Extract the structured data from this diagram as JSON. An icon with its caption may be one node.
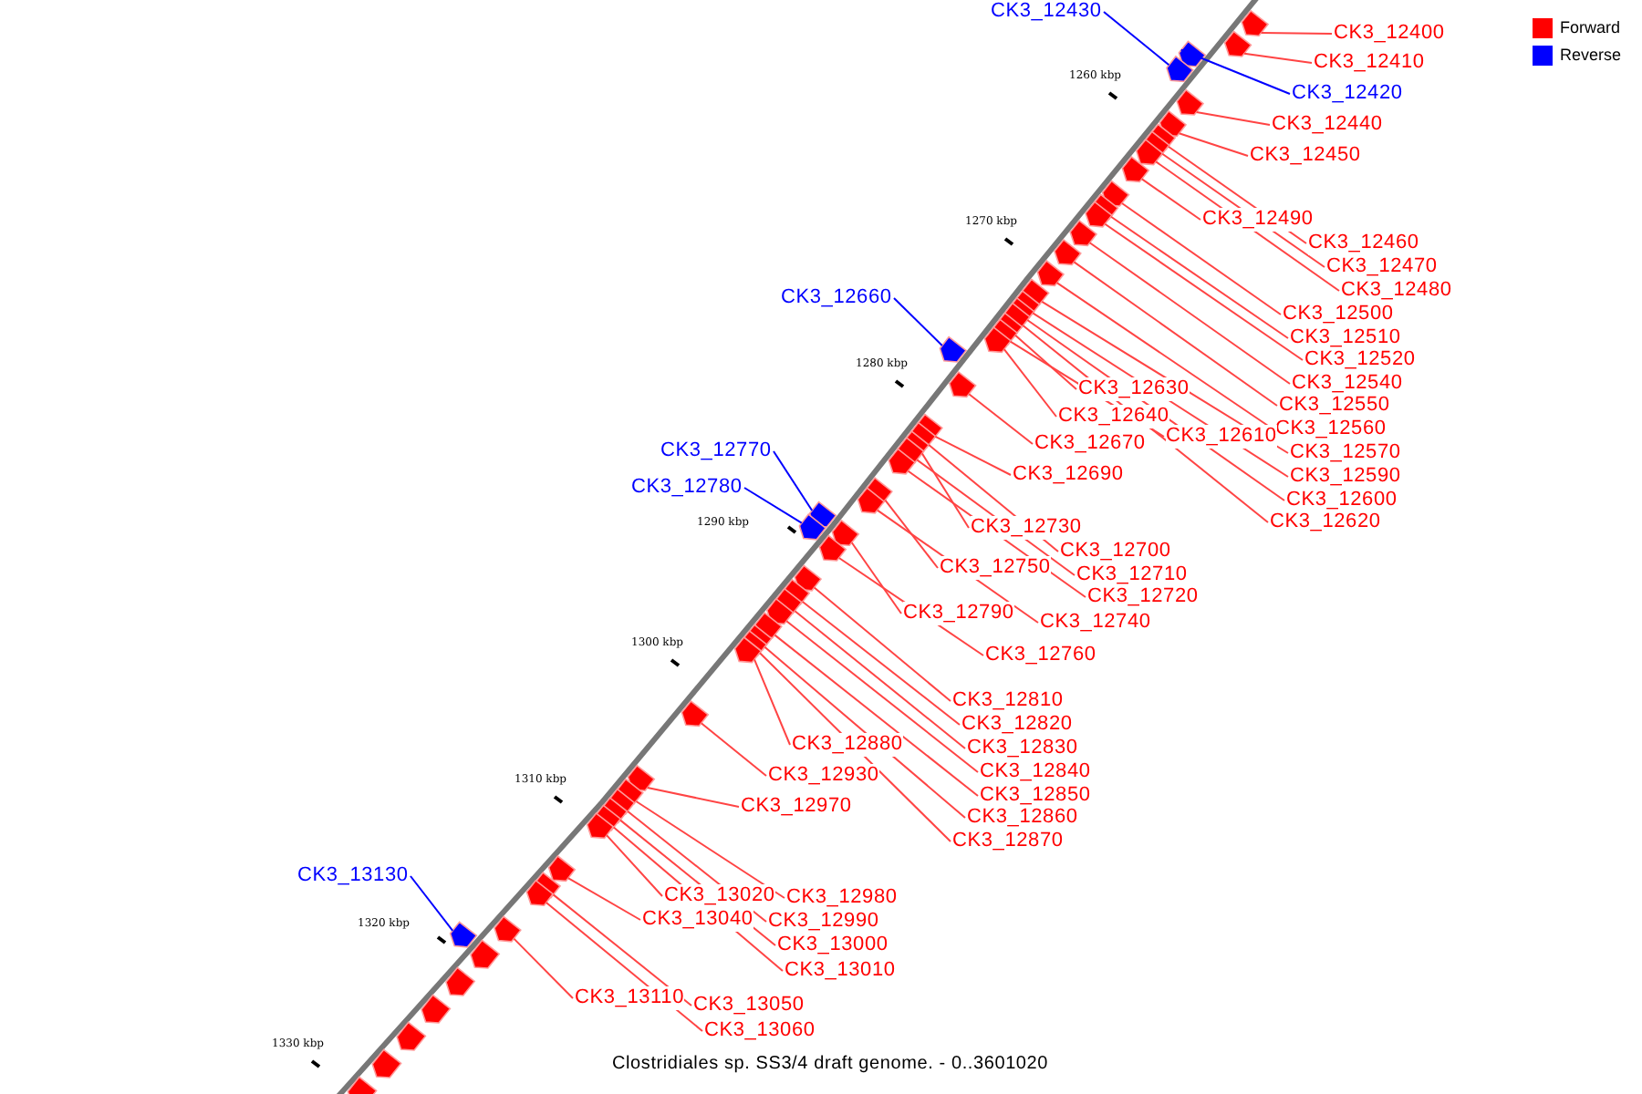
{
  "diagram": {
    "caption": "Clostridiales sp. SS3/4 draft genome. - 0..3601020",
    "nodes": [
      {
        "text": [
          "CK3_12430"
        ]
      },
      {
        "text": [
          "CK3_12400"
        ]
      },
      {
        "text": [
          "CK3_12410"
        ]
      },
      {
        "text": [
          "CK3_12420"
        ]
      },
      {
        "text": [
          "CK3_12440"
        ]
      },
      {
        "text": [
          "CK3_12450"
        ]
      },
      {
        "text": [
          "CK3_12490"
        ]
      },
      {
        "text": [
          "CK3_12460"
        ]
      },
      {
        "text": [
          "CK3_12470"
        ]
      },
      {
        "text": [
          "CK3_12480"
        ]
      },
      {
        "text": [
          "CK3_12660"
        ]
      },
      {
        "text": [
          "CK3_12500"
        ]
      },
      {
        "text": [
          "CK3_12510"
        ]
      },
      {
        "text": [
          "CK3_12520"
        ]
      },
      {
        "text": [
          "CK3_12540"
        ]
      },
      {
        "text": [
          "CK3_12630"
        ]
      },
      {
        "text": [
          "CK3_12550"
        ]
      },
      {
        "text": [
          "CK3_12640"
        ]
      },
      {
        "text": [
          "CK3_12560"
        ]
      },
      {
        "text": [
          "CK3_12610"
        ]
      },
      {
        "text": [
          "CK3_12670"
        ]
      },
      {
        "text": [
          "CK3_12770"
        ]
      },
      {
        "text": [
          "CK3_12570"
        ]
      },
      {
        "text": [
          "CK3_12690"
        ]
      },
      {
        "text": [
          "CK3_12590"
        ]
      },
      {
        "text": [
          "CK3_12780"
        ]
      },
      {
        "text": [
          "CK3_12600"
        ]
      },
      {
        "text": [
          "CK3_12620"
        ]
      },
      {
        "text": [
          "CK3_12730"
        ]
      },
      {
        "text": [
          "CK3_12700"
        ]
      },
      {
        "text": [
          "CK3_12750"
        ]
      },
      {
        "text": [
          "CK3_12710"
        ]
      },
      {
        "text": [
          "CK3_12720"
        ]
      },
      {
        "text": [
          "CK3_12790"
        ]
      },
      {
        "text": [
          "CK3_12740"
        ]
      },
      {
        "text": [
          "CK3_12760"
        ]
      },
      {
        "text": [
          "CK3_12810"
        ]
      },
      {
        "text": [
          "CK3_12820"
        ]
      },
      {
        "text": [
          "CK3_12880"
        ]
      },
      {
        "text": [
          "CK3_12830"
        ]
      },
      {
        "text": [
          "CK3_12840"
        ]
      },
      {
        "text": [
          "CK3_12930"
        ]
      },
      {
        "text": [
          "CK3_12850"
        ]
      },
      {
        "text": [
          "CK3_12970"
        ]
      },
      {
        "text": [
          "CK3_12860"
        ]
      },
      {
        "text": [
          "CK3_12870"
        ]
      },
      {
        "text": [
          "CK3_13130"
        ]
      },
      {
        "text": [
          "CK3_13020"
        ]
      },
      {
        "text": [
          "CK3_12980"
        ]
      },
      {
        "text": [
          "CK3_13040"
        ]
      },
      {
        "text": [
          "CK3_12990"
        ]
      },
      {
        "text": [
          "CK3_13000"
        ]
      },
      {
        "text": [
          "CK3_13010"
        ]
      },
      {
        "text": [
          "CK3_13110"
        ]
      },
      {
        "text": [
          "CK3_13050"
        ]
      },
      {
        "text": [
          "CK3_13060"
        ]
      },
      {
        "text": [],
        "shape": "arrow"
      },
      {
        "text": [],
        "shape": "arrow"
      },
      {
        "text": [],
        "shape": "arrow"
      },
      {
        "text": [],
        "shape": "arrow"
      },
      {
        "text": [],
        "shape": "arrow"
      },
      {
        "text": [],
        "shape": "arrow"
      },
      {
        "text": [],
        "shape": "arrow"
      },
      {
        "text": [],
        "shape": "arrow"
      },
      {
        "text": [],
        "shape": "arrow"
      },
      {
        "text": [],
        "shape": "arrow"
      },
      {
        "text": [],
        "shape": "arrow"
      },
      {
        "text": [],
        "shape": "arrow"
      },
      {
        "text": [],
        "shape": "arrow"
      },
      {
        "text": [],
        "shape": "arrow"
      },
      {
        "text": [],
        "shape": "arrow"
      },
      {
        "text": [],
        "shape": "arrow"
      },
      {
        "text": [],
        "shape": "arrow"
      },
      {
        "text": [],
        "shape": "arrow"
      },
      {
        "text": [],
        "shape": "arrow"
      },
      {
        "text": [],
        "shape": "arrow"
      },
      {
        "text": [],
        "shape": "arrow"
      },
      {
        "text": [],
        "shape": "arrow"
      },
      {
        "text": [],
        "shape": "arrow"
      },
      {
        "text": [],
        "shape": "arrow"
      },
      {
        "text": [],
        "shape": "arrow"
      },
      {
        "text": [],
        "shape": "arrow"
      },
      {
        "text": [],
        "shape": "arrow"
      },
      {
        "text": [],
        "shape": "arrow"
      },
      {
        "text": [],
        "shape": "arrow"
      },
      {
        "text": [],
        "shape": "arrow"
      },
      {
        "text": [],
        "shape": "arrow"
      },
      {
        "text": [],
        "shape": "arrow"
      },
      {
        "text": [],
        "shape": "arrow"
      },
      {
        "text": [],
        "shape": "arrow"
      },
      {
        "text": [],
        "shape": "arrow"
      },
      {
        "text": [],
        "shape": "arrow"
      },
      {
        "text": [],
        "shape": "arrow"
      },
      {
        "text": [],
        "shape": "arrow"
      },
      {
        "text": [],
        "shape": "arrow"
      },
      {
        "text": [],
        "shape": "arrow"
      },
      {
        "text": [],
        "shape": "arrow"
      },
      {
        "text": [],
        "shape": "arrow"
      },
      {
        "text": [],
        "shape": "arrow"
      },
      {
        "text": [],
        "shape": "arrow"
      },
      {
        "text": [],
        "shape": "arrow"
      },
      {
        "text": [],
        "shape": "arrow"
      },
      {
        "text": [],
        "shape": "arrow"
      },
      {
        "text": [],
        "shape": "arrow"
      },
      {
        "text": [],
        "shape": "arrow"
      },
      {
        "text": [],
        "shape": "arrow"
      },
      {
        "text": [],
        "shape": "arrow"
      },
      {
        "text": [],
        "shape": "arrow"
      },
      {
        "text": [],
        "shape": "arrow"
      },
      {
        "text": [],
        "shape": "arrow"
      },
      {
        "text": [],
        "shape": "arrow"
      },
      {
        "text": [],
        "shape": "arrow"
      },
      {
        "text": [],
        "shape": "arrow"
      },
      {
        "text": [],
        "shape": "arrow"
      },
      {
        "text": [],
        "shape": "arrow"
      },
      {
        "text": [],
        "shape": "arrow"
      },
      {
        "text": [],
        "shape": "arrow"
      },
      {
        "text": [],
        "shape": "arrow"
      }
    ],
    "edges": [
      {
        "from": 0,
        "to": 59,
        "arrow": "none",
        "color": "#0000ff"
      },
      {
        "from": 1,
        "to": 56,
        "arrow": "none"
      },
      {
        "from": 2,
        "to": 57,
        "arrow": "none"
      },
      {
        "from": 3,
        "to": 58,
        "arrow": "none",
        "color": "#0000ff"
      },
      {
        "from": 4,
        "to": 60,
        "arrow": "none"
      },
      {
        "from": 5,
        "to": 61,
        "arrow": "none"
      },
      {
        "from": 6,
        "to": 65,
        "arrow": "none"
      },
      {
        "from": 7,
        "to": 62,
        "arrow": "none"
      },
      {
        "from": 8,
        "to": 63,
        "arrow": "none"
      },
      {
        "from": 9,
        "to": 64,
        "arrow": "none"
      },
      {
        "from": 10,
        "to": 79,
        "arrow": "none",
        "color": "#0000ff"
      },
      {
        "from": 11,
        "to": 66,
        "arrow": "none"
      },
      {
        "from": 12,
        "to": 67,
        "arrow": "none"
      },
      {
        "from": 13,
        "to": 68,
        "arrow": "none"
      },
      {
        "from": 14,
        "to": 69,
        "arrow": "none"
      },
      {
        "from": 15,
        "to": 76,
        "arrow": "none"
      },
      {
        "from": 16,
        "to": 70,
        "arrow": "none"
      },
      {
        "from": 17,
        "to": 78,
        "arrow": "none"
      },
      {
        "from": 18,
        "to": 71,
        "arrow": "none"
      },
      {
        "from": 19,
        "to": 77,
        "arrow": "none"
      },
      {
        "from": 20,
        "to": 80,
        "arrow": "none"
      },
      {
        "from": 21,
        "to": 88,
        "arrow": "none",
        "color": "#0000ff"
      },
      {
        "from": 22,
        "to": 72,
        "arrow": "none"
      },
      {
        "from": 23,
        "to": 81,
        "arrow": "none"
      },
      {
        "from": 24,
        "to": 73,
        "arrow": "none"
      },
      {
        "from": 25,
        "to": 89,
        "arrow": "none",
        "color": "#0000ff"
      },
      {
        "from": 26,
        "to": 74,
        "arrow": "none"
      },
      {
        "from": 27,
        "to": 75,
        "arrow": "none"
      },
      {
        "from": 28,
        "to": 83,
        "arrow": "none"
      },
      {
        "from": 29,
        "to": 82,
        "arrow": "none"
      },
      {
        "from": 30,
        "to": 86,
        "arrow": "none"
      },
      {
        "from": 31,
        "to": 84,
        "arrow": "none"
      },
      {
        "from": 32,
        "to": 85,
        "arrow": "none"
      },
      {
        "from": 33,
        "to": 90,
        "arrow": "none"
      },
      {
        "from": 34,
        "to": 87,
        "arrow": "none"
      },
      {
        "from": 35,
        "to": 91,
        "arrow": "none"
      },
      {
        "from": 36,
        "to": 92,
        "arrow": "none"
      },
      {
        "from": 37,
        "to": 93,
        "arrow": "none"
      },
      {
        "from": 38,
        "to": 99,
        "arrow": "none"
      },
      {
        "from": 39,
        "to": 94,
        "arrow": "none"
      },
      {
        "from": 40,
        "to": 95,
        "arrow": "none"
      },
      {
        "from": 41,
        "to": 100,
        "arrow": "none"
      },
      {
        "from": 42,
        "to": 96,
        "arrow": "none"
      },
      {
        "from": 43,
        "to": 101,
        "arrow": "none"
      },
      {
        "from": 44,
        "to": 97,
        "arrow": "none"
      },
      {
        "from": 45,
        "to": 98,
        "arrow": "none"
      },
      {
        "from": 46,
        "to": 111,
        "arrow": "none",
        "color": "#0000ff"
      },
      {
        "from": 47,
        "to": 106,
        "arrow": "none"
      },
      {
        "from": 48,
        "to": 102,
        "arrow": "none"
      },
      {
        "from": 49,
        "to": 107,
        "arrow": "none"
      },
      {
        "from": 50,
        "to": 103,
        "arrow": "none"
      },
      {
        "from": 51,
        "to": 104,
        "arrow": "none"
      },
      {
        "from": 52,
        "to": 105,
        "arrow": "none"
      },
      {
        "from": 53,
        "to": 110,
        "arrow": "none"
      },
      {
        "from": 54,
        "to": 108,
        "arrow": "none"
      },
      {
        "from": 55,
        "to": 109,
        "arrow": "none"
      }
    ],
    "labels": [
      "1260 kbp",
      "1270 kbp",
      "1280 kbp",
      "1290 kbp",
      "1300 kbp",
      "1310 kbp",
      "1320 kbp",
      "1330 kbp"
    ],
    "legend": [
      {
        "text": "Forward",
        "color": "#ff0000"
      },
      {
        "text": "Reverse",
        "color": "#0000ff"
      }
    ]
  }
}
